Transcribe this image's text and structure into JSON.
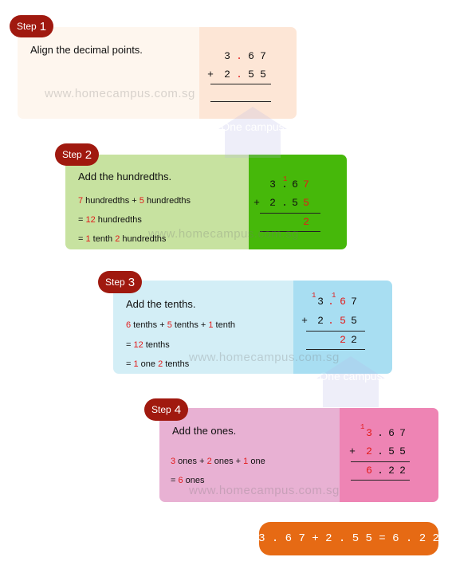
{
  "watermark": {
    "text": "www.homecampus.com.sg",
    "logo_text": "One campus"
  },
  "step1": {
    "badge_word": "Step",
    "badge_num": "1",
    "title": "Align the decimal points.",
    "colors": {
      "left": "#fef6ee",
      "right": "#fde6d6"
    }
  },
  "step2": {
    "badge_word": "Step",
    "badge_num": "2",
    "title": "Add the hundredths.",
    "line1": {
      "a": "7",
      "b": " hundredths  +  ",
      "c": "5",
      "d": " hundredths"
    },
    "line2": {
      "a": "=  ",
      "b": "12",
      "c": " hundredths"
    },
    "line3": {
      "a": "=  ",
      "b": "1",
      "c": " tenth ",
      "d": "2",
      "e": " hundredths"
    },
    "colors": {
      "left": "#c7e2a0",
      "right": "#46b80a"
    }
  },
  "step3": {
    "badge_word": "Step",
    "badge_num": "3",
    "title": "Add the tenths.",
    "line1": {
      "a": "6",
      "b": " tenths  +  ",
      "c": "5",
      "d": " tenths  +  ",
      "e": "1",
      "f": " tenth"
    },
    "line2": {
      "a": "=  ",
      "b": "12",
      "c": " tenths"
    },
    "line3": {
      "a": "=  ",
      "b": "1",
      "c": " one ",
      "d": "2",
      "e": " tenths"
    },
    "colors": {
      "left": "#d3eef6",
      "right": "#a8def2"
    }
  },
  "step4": {
    "badge_word": "Step",
    "badge_num": "4",
    "title": "Add the ones.",
    "line1": {
      "a": "3",
      "b": " ones  +  ",
      "c": "2",
      "d": " ones  +  ",
      "e": "1",
      "f": " one"
    },
    "line2": {
      "a": "=  ",
      "b": "6",
      "c": " ones"
    },
    "colors": {
      "left": "#e8b1d3",
      "right": "#ee84b4"
    }
  },
  "addition": {
    "row1": [
      "3",
      ".",
      "6",
      "7"
    ],
    "row2": [
      "2",
      ".",
      "5",
      "5"
    ],
    "plus": "+",
    "carry": "1",
    "result": [
      "6",
      ".",
      "2",
      "2"
    ]
  },
  "final": {
    "text": "3 . 6 7 + 2 . 5 5 = 6 . 2 2",
    "color": "#e66a14"
  }
}
